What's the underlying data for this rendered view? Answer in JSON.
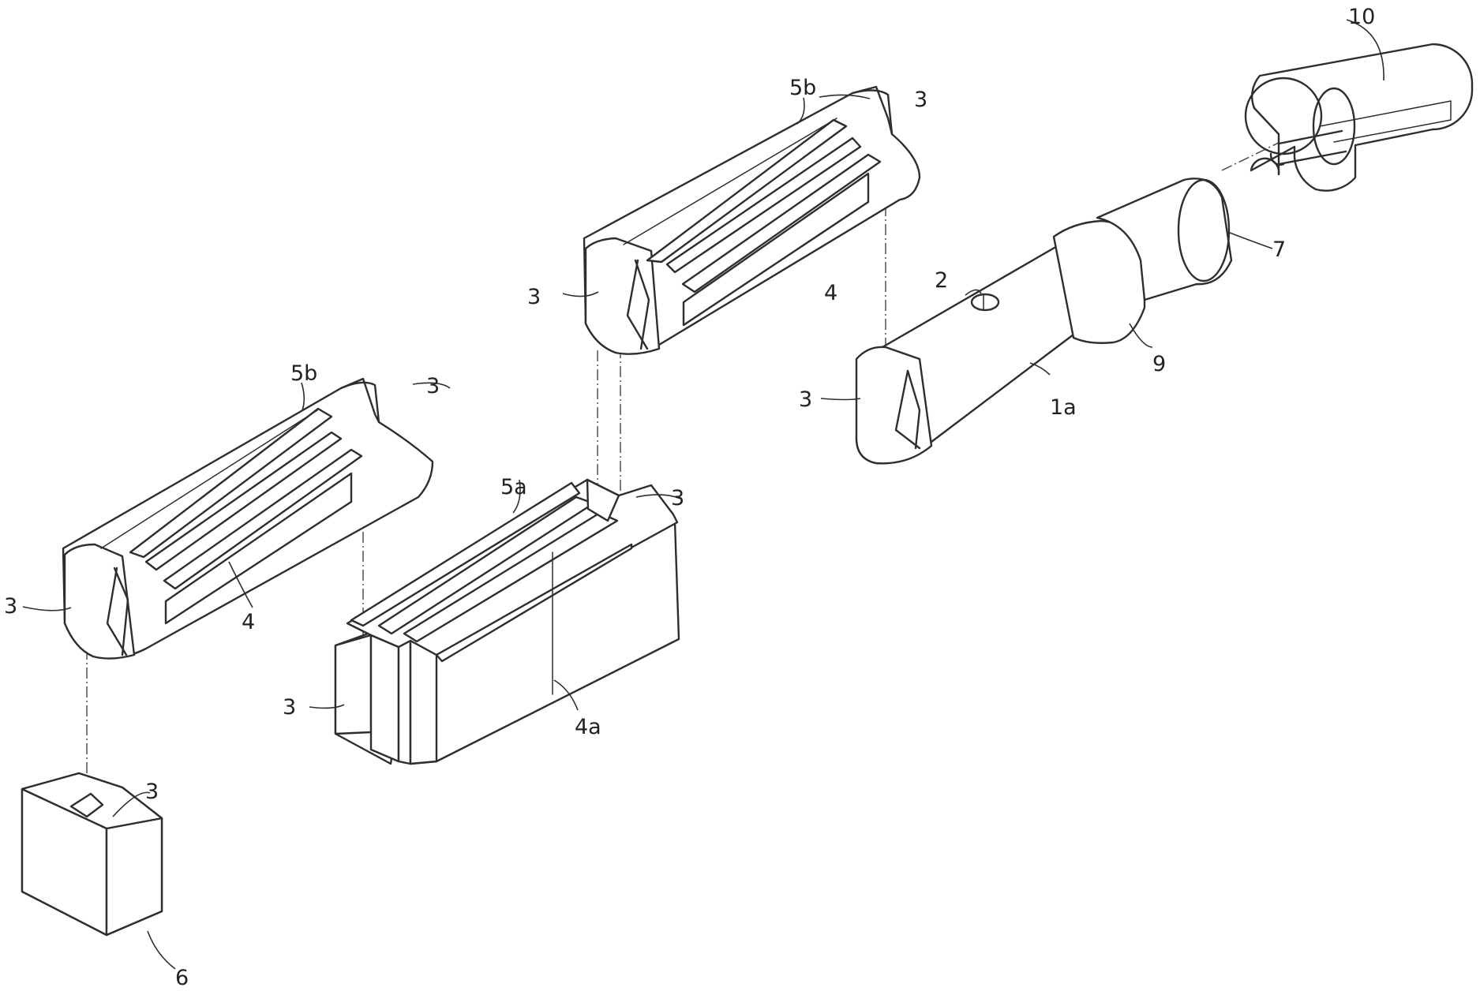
{
  "figure": {
    "labels": {
      "l_10": "10",
      "l_7": "7",
      "l_2": "2",
      "l_9": "9",
      "l_1a": "1a",
      "l_3_shaft": "3",
      "l_5b_upper": "5b",
      "l_3_upper_back": "3",
      "l_3_upper_front": "3",
      "l_4_upper": "4",
      "l_5b_left": "5b",
      "l_3_left_back": "3",
      "l_3_left_front": "3",
      "l_4_left": "4",
      "l_5a": "5a",
      "l_3_block": "3",
      "l_3_block_front": "3",
      "l_4a": "4a",
      "l_3_cube": "3",
      "l_6": "6"
    }
  }
}
